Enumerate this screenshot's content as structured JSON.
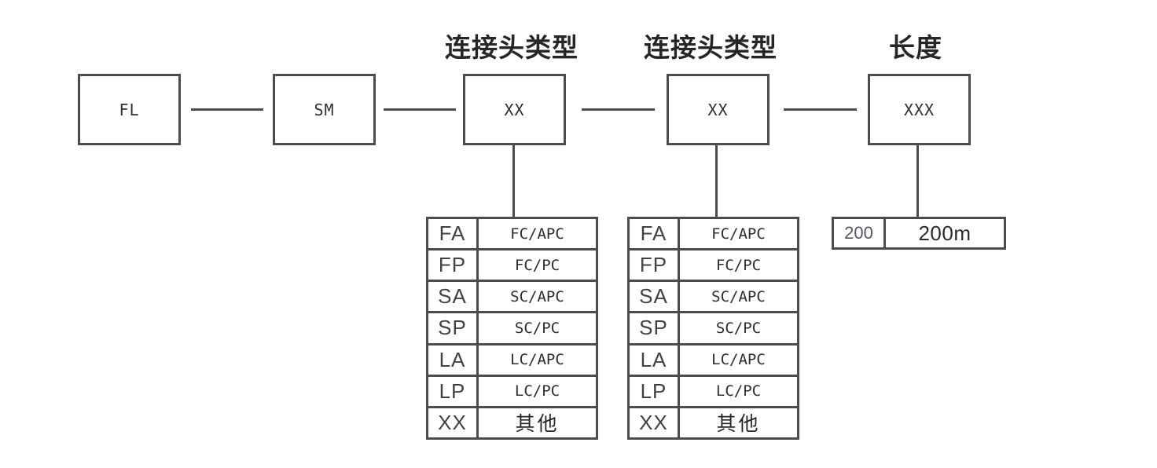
{
  "colors": {
    "line": "#4c4c4e",
    "text": "#262626"
  },
  "nodes": [
    {
      "label": "FL"
    },
    {
      "label": "SM"
    },
    {
      "label": "XX"
    },
    {
      "label": "XX"
    },
    {
      "label": "XXX"
    }
  ],
  "headers": [
    {
      "label": "连接头类型"
    },
    {
      "label": "连接头类型"
    },
    {
      "label": "长度"
    }
  ],
  "connector_tables": [
    {
      "rows": [
        {
          "code": "FA",
          "value": "FC/APC"
        },
        {
          "code": "FP",
          "value": "FC/PC"
        },
        {
          "code": "SA",
          "value": "SC/APC"
        },
        {
          "code": "SP",
          "value": "SC/PC"
        },
        {
          "code": "LA",
          "value": "LC/APC"
        },
        {
          "code": "LP",
          "value": "LC/PC"
        },
        {
          "code": "XX",
          "value": "其他"
        }
      ]
    },
    {
      "rows": [
        {
          "code": "FA",
          "value": "FC/APC"
        },
        {
          "code": "FP",
          "value": "FC/PC"
        },
        {
          "code": "SA",
          "value": "SC/APC"
        },
        {
          "code": "SP",
          "value": "SC/PC"
        },
        {
          "code": "LA",
          "value": "LC/APC"
        },
        {
          "code": "LP",
          "value": "LC/PC"
        },
        {
          "code": "XX",
          "value": "其他"
        }
      ]
    }
  ],
  "length_table": {
    "rows": [
      {
        "code": "200",
        "value": "200m"
      }
    ]
  }
}
